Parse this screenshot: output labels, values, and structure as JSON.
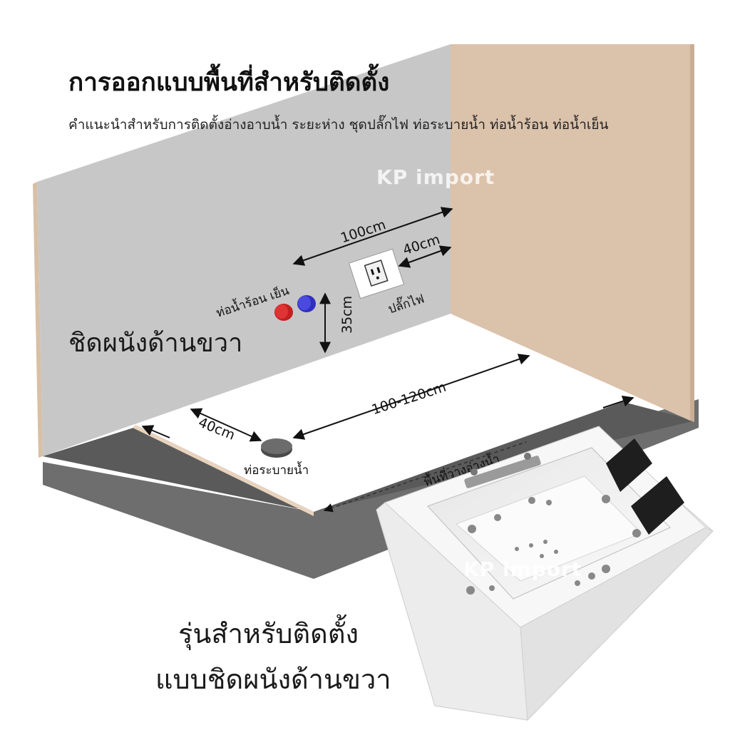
{
  "title": "การออกแบบพื้นที่สำหรับติดตั้ง",
  "subtitle": "คำแนะนำสำหรับการติดตั้งอ่างอาบน้ำ ระยะห่าง ชุดปลั๊กไฟ ท่อระบายน้ำ ท่อน้ำร้อน ท่อน้ำเย็น",
  "watermark": "KP import",
  "side_note": "ชิดผนังด้านขวา",
  "labels": {
    "pipes": "ท่อน้ำร้อน เย็น",
    "plug": "ปลั๊กไฟ",
    "drain": "ท่อระบายน้ำ",
    "tub_area": "พื้นที่วางอ่างน้ำ"
  },
  "dimensions": {
    "wall_width": "100cm",
    "plug_offset": "40cm",
    "pipe_height": "35cm",
    "tub_length": "100-120cm",
    "drain_offset": "40cm"
  },
  "caption": {
    "line1": "รุ่นสำหรับติดตั้ง",
    "line2": "แบบชิดผนังด้านขวา"
  },
  "colors": {
    "back_wall": "#c8c8c8",
    "right_wall": "#dcc3ad",
    "floor_edge": "#6b6b6b",
    "platform": "#ffffff",
    "hot_pipe": "#d42828",
    "cold_pipe": "#3b3bd8",
    "headrest": "#1e1e1e"
  }
}
